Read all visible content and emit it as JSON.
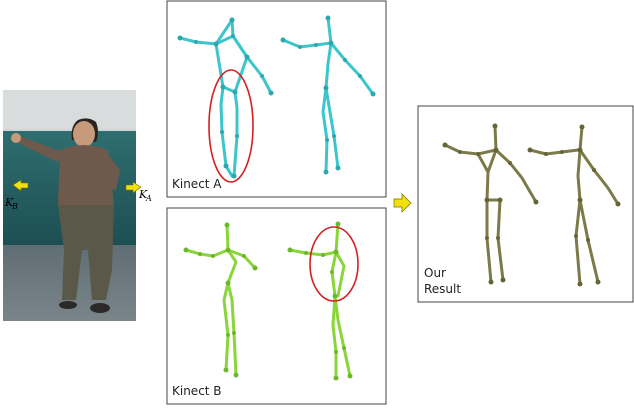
{
  "labels": {
    "kinect_a": "Kinect A",
    "kinect_b": "Kinect B",
    "result_line1": "Our",
    "result_line2": "Result",
    "photo_kb": "K",
    "photo_kb_sub": "B",
    "photo_ka": "K",
    "photo_ka_sub": "A"
  },
  "colors": {
    "kinect_a_skeleton": "#3cc6cc",
    "kinect_b_skeleton": "#8ad63a",
    "result_skeleton": "#7c7a48",
    "highlight_ellipse": "#d42020",
    "arrow": "#f0e010",
    "panel_border": "#444444"
  }
}
